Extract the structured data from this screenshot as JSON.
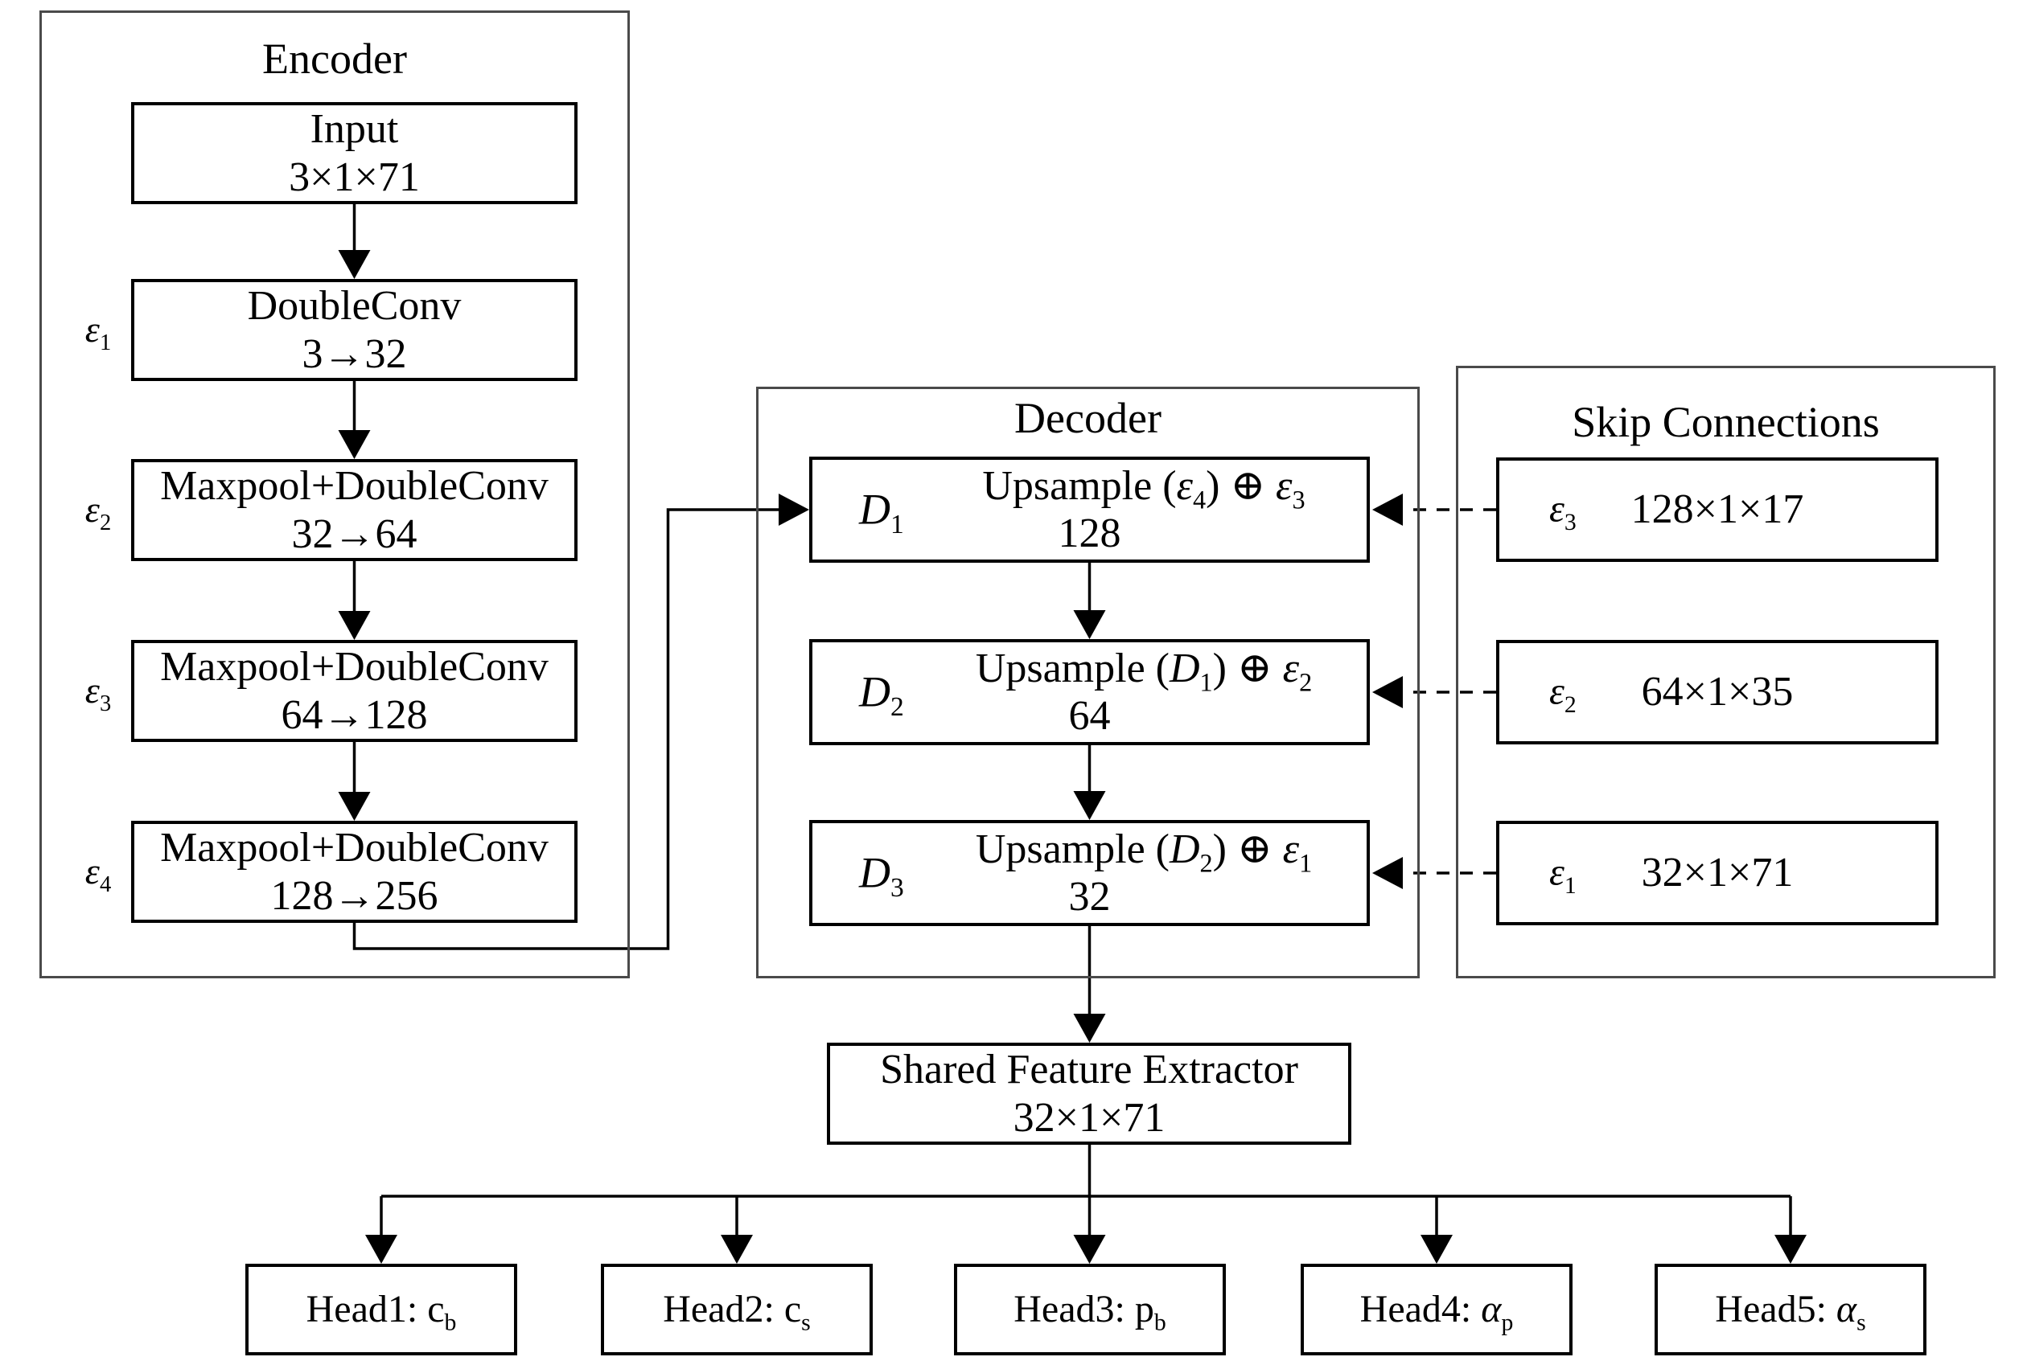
{
  "colors": {
    "background": "#ffffff",
    "text": "#000000",
    "box_border": "#000000",
    "panel_border": "#4a4a4a",
    "connector": "#000000"
  },
  "encoder": {
    "title": "Encoder",
    "blocks": [
      {
        "line1": "Input",
        "line2": "3×1×71"
      },
      {
        "line1": "DoubleConv",
        "line2": "3→32"
      },
      {
        "line1": "Maxpool+DoubleConv",
        "line2": "32→64"
      },
      {
        "line1": "Maxpool+DoubleConv",
        "line2": "64→128"
      },
      {
        "line1": "Maxpool+DoubleConv",
        "line2": "128→256"
      }
    ],
    "labels": [
      [
        {
          "text": "ε",
          "style": "i"
        },
        {
          "text": "1",
          "style": "sub"
        }
      ],
      [
        {
          "text": "ε",
          "style": "i"
        },
        {
          "text": "2",
          "style": "sub"
        }
      ],
      [
        {
          "text": "ε",
          "style": "i"
        },
        {
          "text": "3",
          "style": "sub"
        }
      ],
      [
        {
          "text": "ε",
          "style": "i"
        },
        {
          "text": "4",
          "style": "sub"
        }
      ]
    ]
  },
  "decoder": {
    "title": "Decoder",
    "blocks": [
      {
        "label": [
          {
            "text": "D",
            "style": "cal"
          },
          {
            "text": "1",
            "style": "sub"
          }
        ],
        "line1": [
          {
            "text": "Upsample ("
          },
          {
            "text": "ε",
            "style": "i"
          },
          {
            "text": "4",
            "style": "sub"
          },
          {
            "text": ") ⊕ "
          },
          {
            "text": "ε",
            "style": "i"
          },
          {
            "text": "3",
            "style": "sub"
          }
        ],
        "line2": "128"
      },
      {
        "label": [
          {
            "text": "D",
            "style": "cal"
          },
          {
            "text": "2",
            "style": "sub"
          }
        ],
        "line1": [
          {
            "text": "Upsample ("
          },
          {
            "text": "D",
            "style": "cal"
          },
          {
            "text": "1",
            "style": "sub"
          },
          {
            "text": ") ⊕ "
          },
          {
            "text": "ε",
            "style": "i"
          },
          {
            "text": "2",
            "style": "sub"
          }
        ],
        "line2": "64"
      },
      {
        "label": [
          {
            "text": "D",
            "style": "cal"
          },
          {
            "text": "3",
            "style": "sub"
          }
        ],
        "line1": [
          {
            "text": "Upsample ("
          },
          {
            "text": "D",
            "style": "cal"
          },
          {
            "text": "2",
            "style": "sub"
          },
          {
            "text": ") ⊕ "
          },
          {
            "text": "ε",
            "style": "i"
          },
          {
            "text": "1",
            "style": "sub"
          }
        ],
        "line2": "32"
      }
    ]
  },
  "skip": {
    "title": "Skip Connections",
    "blocks": [
      {
        "label": [
          {
            "text": "ε",
            "style": "i"
          },
          {
            "text": "3",
            "style": "sub"
          }
        ],
        "value": "128×1×17"
      },
      {
        "label": [
          {
            "text": "ε",
            "style": "i"
          },
          {
            "text": "2",
            "style": "sub"
          }
        ],
        "value": "64×1×35"
      },
      {
        "label": [
          {
            "text": "ε",
            "style": "i"
          },
          {
            "text": "1",
            "style": "sub"
          }
        ],
        "value": "32×1×71"
      }
    ]
  },
  "shared": {
    "line1": "Shared Feature Extractor",
    "line2": "32×1×71"
  },
  "heads": [
    [
      {
        "text": "Head1: c"
      },
      {
        "text": "b",
        "style": "sub"
      }
    ],
    [
      {
        "text": "Head2: c"
      },
      {
        "text": "s",
        "style": "sub"
      }
    ],
    [
      {
        "text": "Head3: p"
      },
      {
        "text": "b",
        "style": "sub"
      }
    ],
    [
      {
        "text": "Head4: "
      },
      {
        "text": "α",
        "style": "i"
      },
      {
        "text": "p",
        "style": "sub"
      }
    ],
    [
      {
        "text": "Head5: "
      },
      {
        "text": "α",
        "style": "i"
      },
      {
        "text": "s",
        "style": "sub"
      }
    ]
  ]
}
